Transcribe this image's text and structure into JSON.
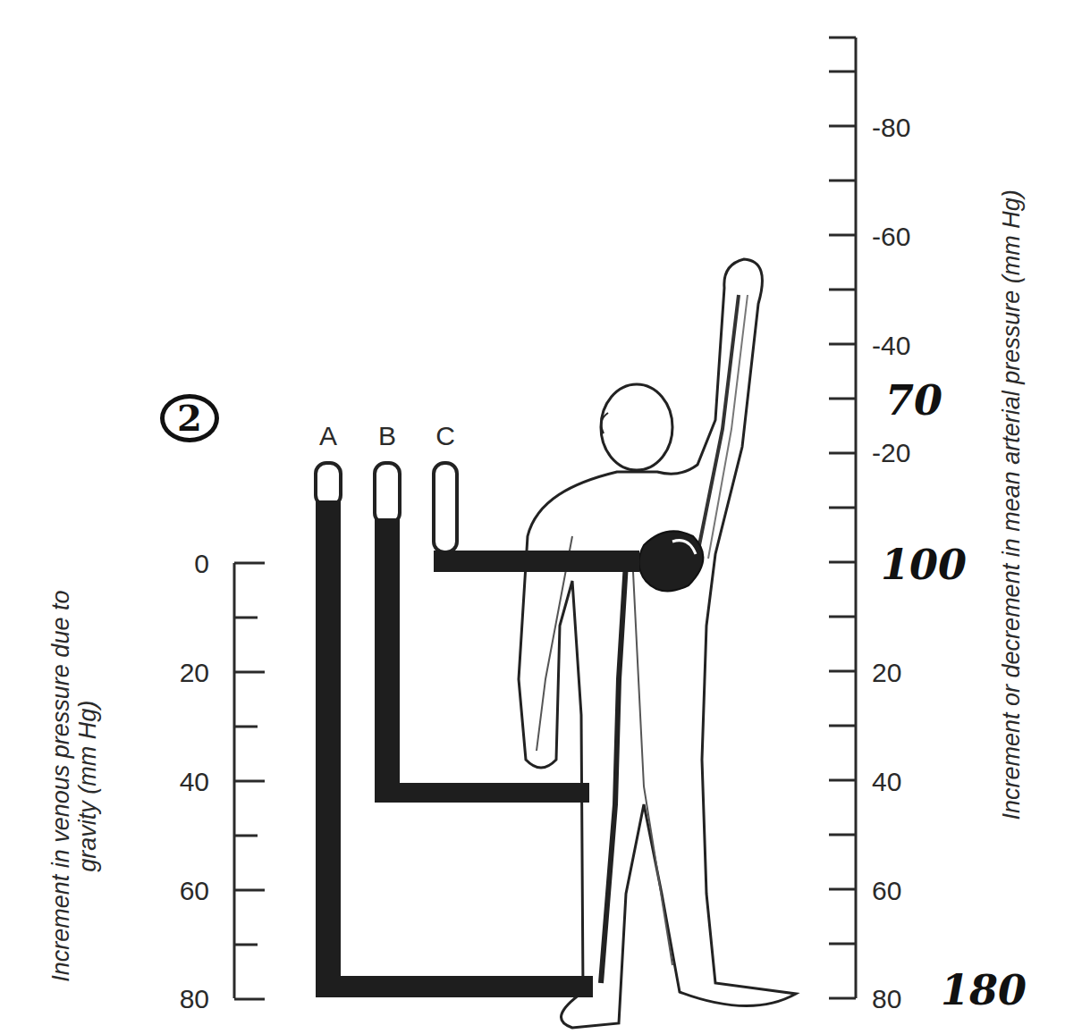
{
  "diagram": {
    "labels": [
      "2",
      "A",
      "B",
      "C",
      "0",
      "20",
      "40",
      "60",
      "80",
      "Increment in venous pressure due to gravity (mm Hg)",
      "-80",
      "-60",
      "-40",
      "70",
      "-20",
      "100",
      "20",
      "40",
      "60",
      "80",
      "180",
      "Increment or decrement in mean arterial pressure (mm Hg)"
    ]
  }
}
